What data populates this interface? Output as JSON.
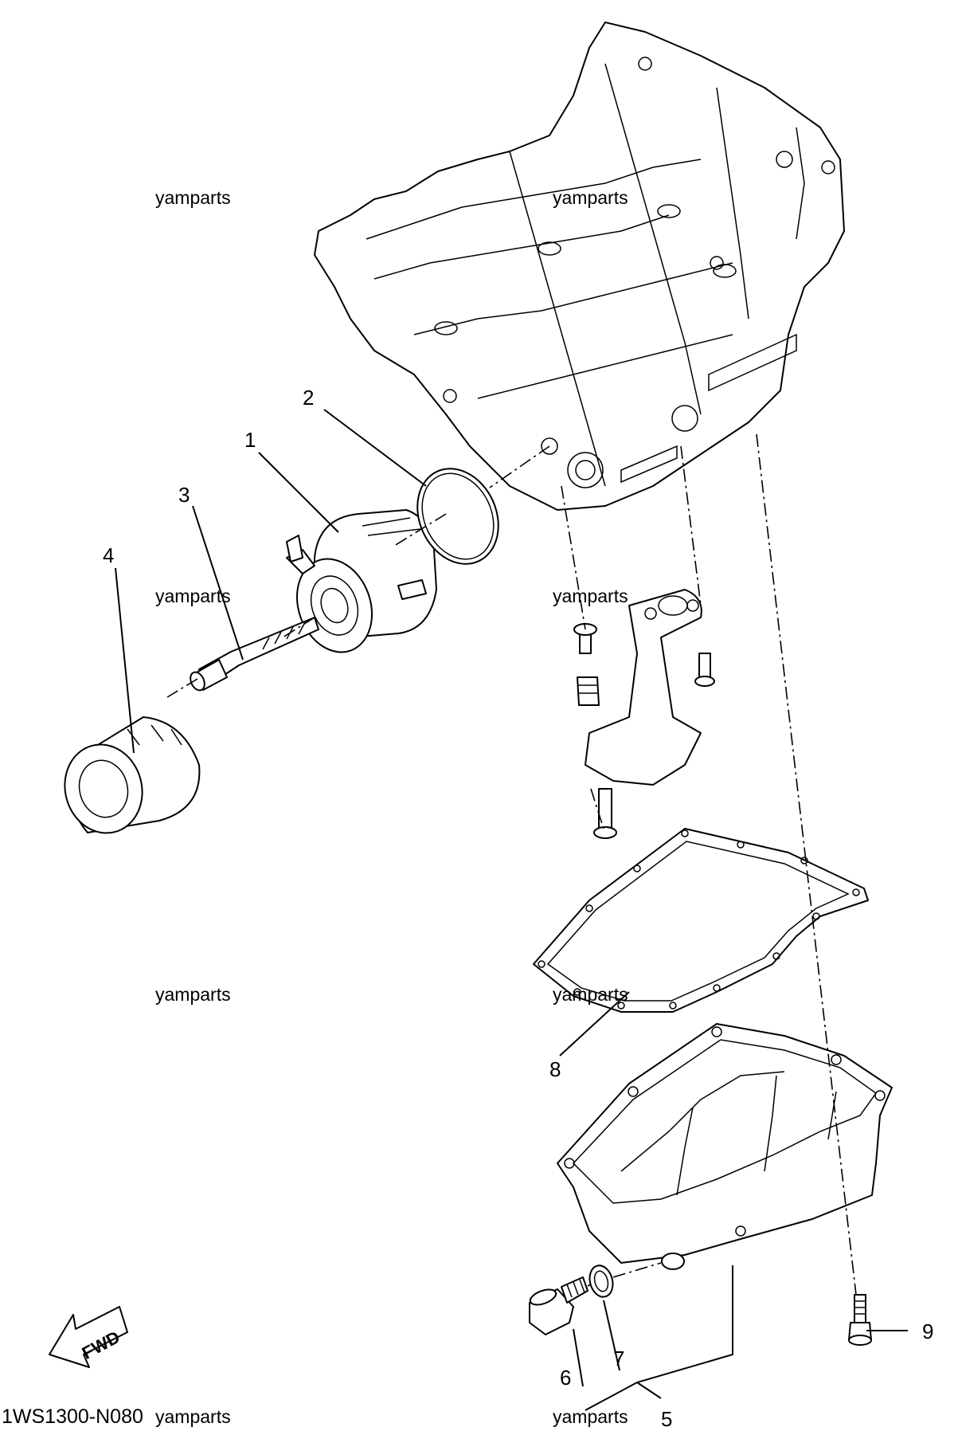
{
  "diagram": {
    "code": "1WS1300-N080",
    "fwd_label": "FWD",
    "watermark": "yamparts",
    "callouts": [
      "1",
      "2",
      "3",
      "4",
      "5",
      "6",
      "7",
      "8",
      "9"
    ]
  }
}
